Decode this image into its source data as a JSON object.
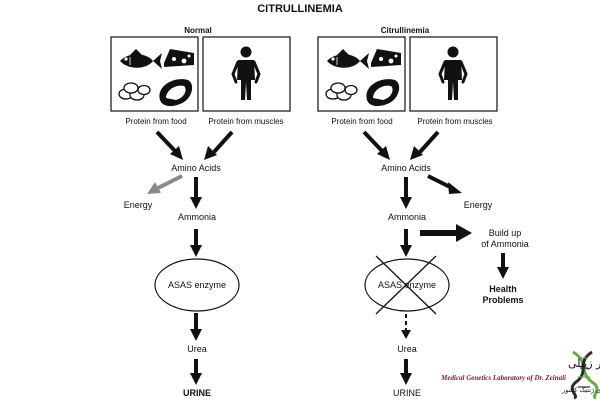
{
  "title": "CITRULLINEMIA",
  "normal": {
    "heading": "Normal",
    "food_label": "Protein from food",
    "muscle_label": "Protein from muscles",
    "amino_acids": "Amino Acids",
    "energy": "Energy",
    "ammonia": "Ammonia",
    "enzyme": "ASAS enzyme",
    "urea": "Urea",
    "urine": "URINE"
  },
  "citrullinemia": {
    "heading": "Citrullinemia",
    "food_label": "Protein from food",
    "muscle_label": "Protein from muscles",
    "amino_acids": "Amino Acids",
    "energy": "Energy",
    "ammonia": "Ammonia",
    "buildup_line1": "Build up",
    "buildup_line2": "of Ammonia",
    "health_line1": "Health",
    "health_line2": "Problems",
    "enzyme": "ASAS enzyme",
    "urea": "Urea",
    "urine": "URINE"
  },
  "lab": {
    "name_fa": "آزمایشگاه ژنتیک پزشکی دکتر زینلی",
    "name_en": "Medical Genetics Laboratory of Dr. Zeinali",
    "subtitle_fa": "عضو شبکه آزمایشگاه های ژنتیک کشور"
  },
  "colors": {
    "ink": "#111111",
    "gray_arrow": "#8a8a8a",
    "logo_green": "#6aa84f",
    "logo_dark": "#2b2b2b",
    "lab_maroon": "#6b1e28"
  },
  "icons": [
    "fish-icon",
    "cheese-icon",
    "eggs-icon",
    "meat-icon",
    "person-icon",
    "dna-logo-icon"
  ]
}
